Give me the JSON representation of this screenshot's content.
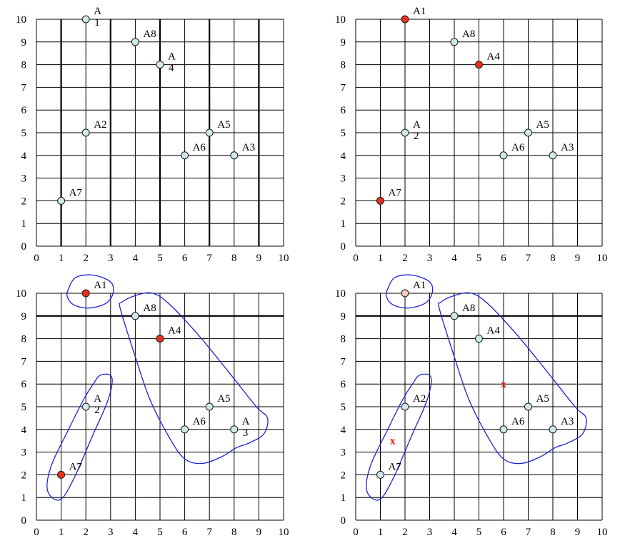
{
  "chart_data": [
    {
      "type": "scatter",
      "xlim": [
        0,
        10
      ],
      "ylim": [
        0,
        10
      ],
      "x_ticks": [
        "0",
        "1",
        "2",
        "3",
        "4",
        "5",
        "6",
        "7",
        "8",
        "9",
        "10"
      ],
      "y_ticks": [
        "0",
        "1",
        "2",
        "3",
        "4",
        "5",
        "6",
        "7",
        "8",
        "9",
        "10"
      ],
      "grid": true,
      "thick_vlines": [
        1,
        3,
        5,
        7,
        9
      ],
      "thick_hlines": [],
      "points": [
        {
          "label": [
            "A",
            "1"
          ],
          "x": 2,
          "y": 10,
          "color": "#cde9e8"
        },
        {
          "label": [
            "A8"
          ],
          "x": 4,
          "y": 9,
          "color": "#cde9e8"
        },
        {
          "label": [
            "A",
            "4"
          ],
          "x": 5,
          "y": 8,
          "color": "#cde9e8"
        },
        {
          "label": [
            "A2"
          ],
          "x": 2,
          "y": 5,
          "color": "#cde9e8"
        },
        {
          "label": [
            "A5"
          ],
          "x": 7,
          "y": 5,
          "color": "#cde9e8"
        },
        {
          "label": [
            "A6"
          ],
          "x": 6,
          "y": 4,
          "color": "#cde9e8"
        },
        {
          "label": [
            "A3"
          ],
          "x": 8,
          "y": 4,
          "color": "#cde9e8"
        },
        {
          "label": [
            "A7"
          ],
          "x": 1,
          "y": 2,
          "color": "#cde9e8"
        }
      ],
      "clusters": [],
      "centroid_marks": []
    },
    {
      "type": "scatter",
      "xlim": [
        0,
        10
      ],
      "ylim": [
        0,
        10
      ],
      "x_ticks": [
        "0",
        "1",
        "2",
        "3",
        "4",
        "5",
        "6",
        "7",
        "8",
        "9",
        "10"
      ],
      "y_ticks": [
        "0",
        "1",
        "2",
        "3",
        "4",
        "5",
        "6",
        "7",
        "8",
        "9",
        "10"
      ],
      "grid": true,
      "thick_vlines": [],
      "thick_hlines": [],
      "points": [
        {
          "label": [
            "A1"
          ],
          "x": 2,
          "y": 10,
          "color": "#e8311c"
        },
        {
          "label": [
            "A8"
          ],
          "x": 4,
          "y": 9,
          "color": "#cde9e8"
        },
        {
          "label": [
            "A4"
          ],
          "x": 5,
          "y": 8,
          "color": "#e8311c"
        },
        {
          "label": [
            "A",
            "2"
          ],
          "x": 2,
          "y": 5,
          "color": "#cde9e8"
        },
        {
          "label": [
            "A5"
          ],
          "x": 7,
          "y": 5,
          "color": "#cde9e8"
        },
        {
          "label": [
            "A6"
          ],
          "x": 6,
          "y": 4,
          "color": "#cde9e8"
        },
        {
          "label": [
            "A3"
          ],
          "x": 8,
          "y": 4,
          "color": "#cde9e8"
        },
        {
          "label": [
            "A7"
          ],
          "x": 1,
          "y": 2,
          "color": "#e8311c"
        }
      ],
      "clusters": [],
      "centroid_marks": []
    },
    {
      "type": "scatter",
      "xlim": [
        0,
        10
      ],
      "ylim": [
        0,
        10
      ],
      "x_ticks": [
        "0",
        "1",
        "2",
        "3",
        "4",
        "5",
        "6",
        "7",
        "8",
        "9",
        "10"
      ],
      "y_ticks": [
        "0",
        "1",
        "2",
        "3",
        "4",
        "5",
        "6",
        "7",
        "8",
        "9",
        "10"
      ],
      "grid": true,
      "thick_vlines": [],
      "thick_hlines": [
        9
      ],
      "points": [
        {
          "label": [
            "A1"
          ],
          "x": 2,
          "y": 10,
          "color": "#e8311c"
        },
        {
          "label": [
            "A8"
          ],
          "x": 4,
          "y": 9,
          "color": "#cde9e8"
        },
        {
          "label": [
            "A4"
          ],
          "x": 5,
          "y": 8,
          "color": "#e8311c"
        },
        {
          "label": [
            "A",
            "2"
          ],
          "x": 2,
          "y": 5,
          "color": "#cde9e8"
        },
        {
          "label": [
            "A5"
          ],
          "x": 7,
          "y": 5,
          "color": "#cde9e8"
        },
        {
          "label": [
            "A6"
          ],
          "x": 6,
          "y": 4,
          "color": "#cde9e8"
        },
        {
          "label": [
            "A",
            "3"
          ],
          "x": 8,
          "y": 4,
          "color": "#cde9e8"
        },
        {
          "label": [
            "A7"
          ],
          "x": 1,
          "y": 2,
          "color": "#e8311c"
        }
      ],
      "clusters": [
        {
          "members": [
            "A1"
          ],
          "shape": [
            [
              1.3,
              10.2
            ],
            [
              1.6,
              10.7
            ],
            [
              2.3,
              10.8
            ],
            [
              3.0,
              10.5
            ],
            [
              3.1,
              10.0
            ],
            [
              2.8,
              9.55
            ],
            [
              2.1,
              9.35
            ],
            [
              1.5,
              9.5
            ],
            [
              1.25,
              9.85
            ]
          ]
        },
        {
          "members": [
            "A2",
            "A7"
          ],
          "shape": [
            [
              2.3,
              6.0
            ],
            [
              2.6,
              6.4
            ],
            [
              3.05,
              6.3
            ],
            [
              2.9,
              5.3
            ],
            [
              2.3,
              3.8
            ],
            [
              1.5,
              1.8
            ],
            [
              0.95,
              0.9
            ],
            [
              0.45,
              1.3
            ],
            [
              0.6,
              2.4
            ],
            [
              1.3,
              4.0
            ],
            [
              1.9,
              5.3
            ]
          ]
        },
        {
          "members": [
            "A8",
            "A4",
            "A5",
            "A6",
            "A3"
          ],
          "shape": [
            [
              3.4,
              9.3
            ],
            [
              3.45,
              9.6
            ],
            [
              4.0,
              9.9
            ],
            [
              4.7,
              10.0
            ],
            [
              5.4,
              9.5
            ],
            [
              6.6,
              8.1
            ],
            [
              7.8,
              6.5
            ],
            [
              8.9,
              5.0
            ],
            [
              9.35,
              4.5
            ],
            [
              9.2,
              3.8
            ],
            [
              8.6,
              3.4
            ],
            [
              8.1,
              3.2
            ],
            [
              7.5,
              2.8
            ],
            [
              6.7,
              2.5
            ],
            [
              6.0,
              2.7
            ],
            [
              5.4,
              3.6
            ],
            [
              4.6,
              5.3
            ],
            [
              4.0,
              7.2
            ]
          ]
        }
      ],
      "centroid_marks": []
    },
    {
      "type": "scatter",
      "xlim": [
        0,
        10
      ],
      "ylim": [
        0,
        10
      ],
      "x_ticks": [
        "0",
        "1",
        "2",
        "3",
        "4",
        "5",
        "6",
        "7",
        "8",
        "9",
        "10"
      ],
      "y_ticks": [
        "0",
        "1",
        "2",
        "3",
        "4",
        "5",
        "6",
        "7",
        "8",
        "9",
        "10"
      ],
      "grid": true,
      "thick_vlines": [],
      "thick_hlines": [
        9
      ],
      "points": [
        {
          "label": [
            "A1"
          ],
          "x": 2,
          "y": 10,
          "color": "#f7c9be"
        },
        {
          "label": [
            "A8"
          ],
          "x": 4,
          "y": 9,
          "color": "#cde9e8"
        },
        {
          "label": [
            "A4"
          ],
          "x": 5,
          "y": 8,
          "color": "#cde9e8"
        },
        {
          "label": [
            "A2"
          ],
          "x": 2,
          "y": 5,
          "color": "#cde9e8"
        },
        {
          "label": [
            "A5"
          ],
          "x": 7,
          "y": 5,
          "color": "#cde9e8"
        },
        {
          "label": [
            "A6"
          ],
          "x": 6,
          "y": 4,
          "color": "#cde9e8"
        },
        {
          "label": [
            "A3"
          ],
          "x": 8,
          "y": 4,
          "color": "#cde9e8"
        },
        {
          "label": [
            "A7"
          ],
          "x": 1,
          "y": 2,
          "color": "#cde9e8"
        }
      ],
      "clusters": [
        {
          "members": [
            "A1"
          ],
          "shape": [
            [
              1.3,
              10.2
            ],
            [
              1.6,
              10.7
            ],
            [
              2.3,
              10.8
            ],
            [
              3.0,
              10.5
            ],
            [
              3.1,
              10.0
            ],
            [
              2.8,
              9.55
            ],
            [
              2.1,
              9.35
            ],
            [
              1.5,
              9.5
            ],
            [
              1.25,
              9.85
            ]
          ]
        },
        {
          "members": [
            "A2",
            "A7"
          ],
          "shape": [
            [
              2.3,
              6.0
            ],
            [
              2.6,
              6.4
            ],
            [
              3.05,
              6.3
            ],
            [
              2.9,
              5.3
            ],
            [
              2.3,
              3.8
            ],
            [
              1.5,
              1.8
            ],
            [
              0.95,
              0.9
            ],
            [
              0.45,
              1.3
            ],
            [
              0.6,
              2.4
            ],
            [
              1.3,
              4.0
            ],
            [
              1.9,
              5.3
            ]
          ]
        },
        {
          "members": [
            "A8",
            "A4",
            "A5",
            "A6",
            "A3"
          ],
          "shape": [
            [
              3.4,
              9.3
            ],
            [
              3.45,
              9.6
            ],
            [
              4.0,
              9.9
            ],
            [
              4.7,
              10.0
            ],
            [
              5.4,
              9.5
            ],
            [
              6.6,
              8.1
            ],
            [
              7.8,
              6.5
            ],
            [
              8.9,
              5.0
            ],
            [
              9.35,
              4.5
            ],
            [
              9.2,
              3.8
            ],
            [
              8.6,
              3.4
            ],
            [
              8.1,
              3.2
            ],
            [
              7.5,
              2.8
            ],
            [
              6.7,
              2.5
            ],
            [
              6.0,
              2.7
            ],
            [
              5.4,
              3.6
            ],
            [
              4.6,
              5.3
            ],
            [
              4.0,
              7.2
            ]
          ]
        }
      ],
      "centroid_marks": [
        {
          "symbol": "x",
          "x": 1.5,
          "y": 3.5
        },
        {
          "symbol": "x",
          "x": 6.0,
          "y": 6.0
        }
      ]
    }
  ]
}
